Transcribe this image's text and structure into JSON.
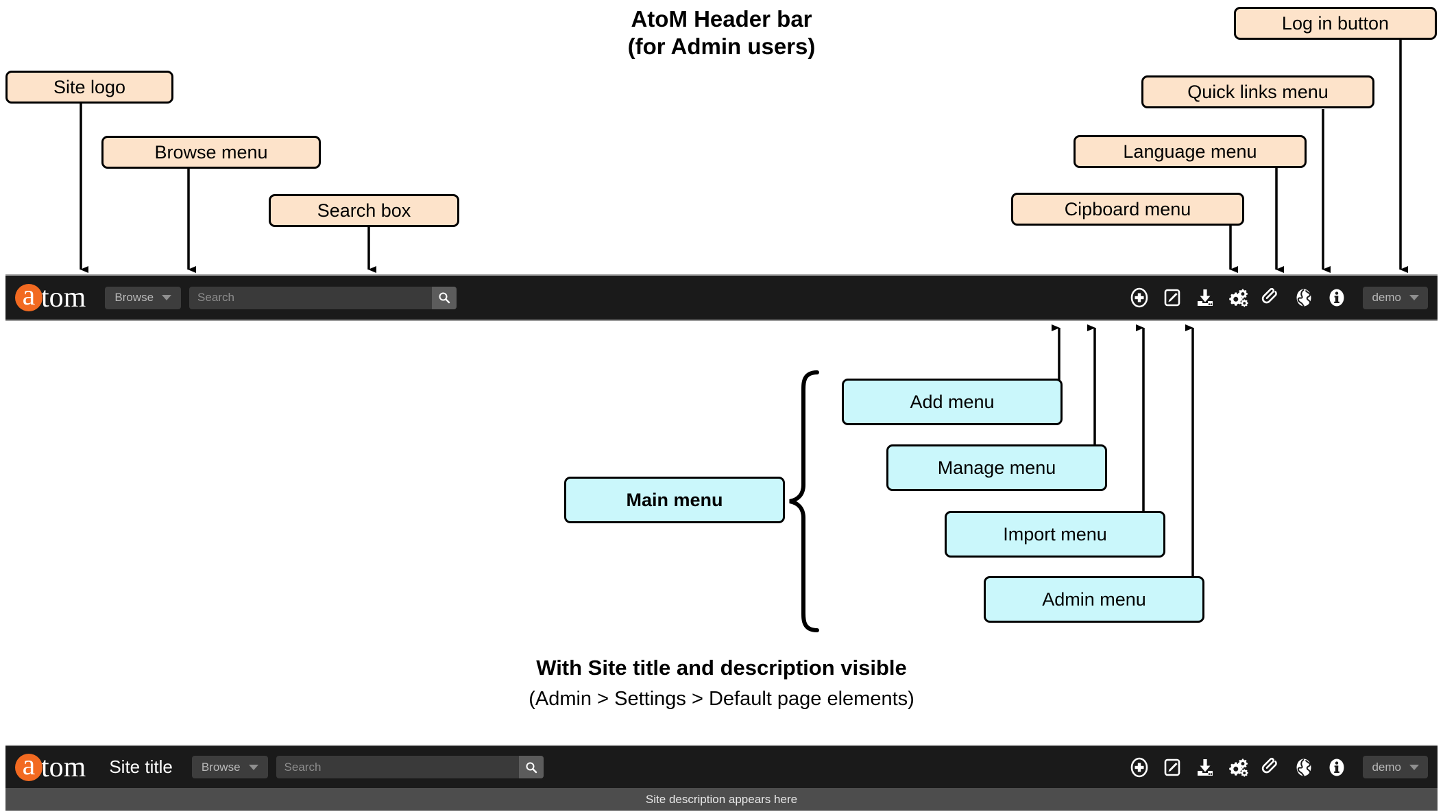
{
  "titles": {
    "main_line1": "AtoM Header bar",
    "main_line2": "(for Admin users)",
    "section": "With Site title and description visible",
    "subtitle": "(Admin > Settings > Default page elements)"
  },
  "callouts": {
    "site_logo": "Site logo",
    "browse_menu": "Browse menu",
    "search_box": "Search box",
    "clipboard_menu": "Cipboard menu",
    "language_menu": "Language menu",
    "quick_links_menu": "Quick links menu",
    "login_button": "Log in button",
    "main_menu": "Main menu",
    "add_menu": "Add menu",
    "manage_menu": "Manage menu",
    "import_menu": "Import menu",
    "admin_menu": "Admin menu"
  },
  "header": {
    "logo_a": "a",
    "logo_tom": "tom",
    "site_title": "Site title",
    "site_description": "Site description appears here",
    "browse_label": "Browse",
    "search_placeholder": "Search",
    "search_value": "",
    "user_label": "demo",
    "icons": [
      "add-circle-icon",
      "manage-pencil-icon",
      "import-download-icon",
      "admin-gears-icon",
      "clipboard-paperclip-icon",
      "language-globe-icon",
      "quick-links-info-icon"
    ]
  },
  "colors": {
    "callout_peach": "#fde3ca",
    "callout_cyan": "#caf7fb",
    "header_bg": "#1a1a1a",
    "description_bg": "#4d4d4d",
    "logo_orange": "#f26a21"
  }
}
